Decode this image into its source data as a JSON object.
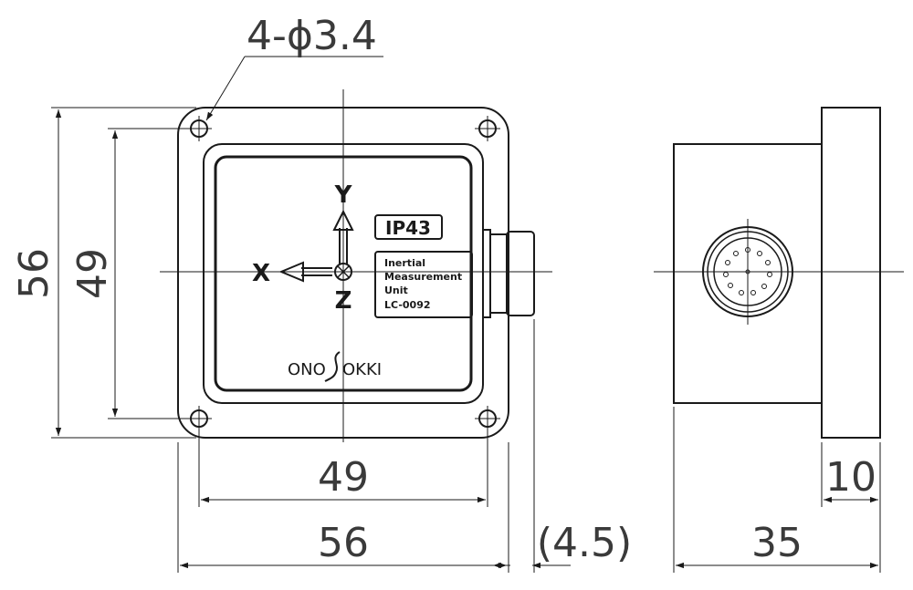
{
  "dimensions": {
    "hole_callout": "4-ϕ3.4",
    "height_outer": "56",
    "height_inner": "49",
    "width_inner": "49",
    "width_outer": "56",
    "connector_protrusion": "(4.5)",
    "side_depth": "35",
    "flange_thickness": "10"
  },
  "labels": {
    "axis_y": "Y",
    "axis_x": "X",
    "axis_z": "Z",
    "ip_rating": "IP43",
    "plate_line1": "Inertial",
    "plate_line2": "Measurement",
    "plate_line3": "Unit",
    "plate_line4": "LC-0092",
    "brand_left": "ONO",
    "brand_right": "OKKI"
  },
  "colors": {
    "line": "#1a1a1a",
    "dimension_text": "#3a3a3a"
  }
}
